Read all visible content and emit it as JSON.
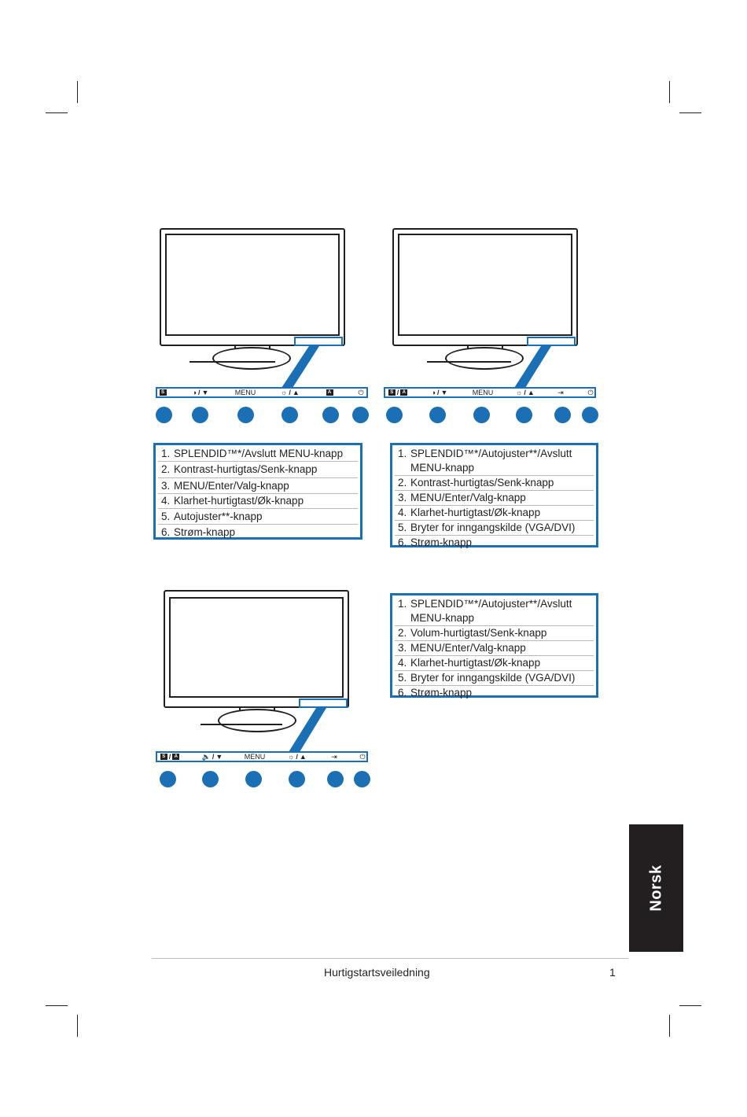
{
  "colors": {
    "accent": "#1a6fb5",
    "ink": "#231f20",
    "tab": "#231f20"
  },
  "model1": {
    "buttons": [
      {
        "icons": [
          "splendid-icon"
        ],
        "glyph_right": ""
      },
      {
        "icons": [
          "contrast-icon",
          "triangle-down-icon"
        ],
        "glyph_right": ""
      },
      {
        "label": "MENU"
      },
      {
        "icons": [
          "brightness-icon",
          "triangle-up-icon"
        ]
      },
      {
        "icons": [
          "auto-icon"
        ]
      },
      {
        "icons": [
          "power-icon"
        ]
      }
    ],
    "items": [
      {
        "num": "1.",
        "text": "SPLENDID™*/Avslutt MENU-knapp"
      },
      {
        "num": "2.",
        "text": "Kontrast-hurtigtas/Senk-knapp"
      },
      {
        "num": "3.",
        "text": "MENU/Enter/Valg-knapp"
      },
      {
        "num": "4.",
        "text": "Klarhet-hurtigtast/Øk-knapp"
      },
      {
        "num": "5.",
        "text": "Autojuster**-knapp"
      },
      {
        "num": "6.",
        "text": "Strøm-knapp"
      }
    ]
  },
  "model2": {
    "menu_label": "MENU",
    "items": [
      {
        "num": "1.",
        "text": "SPLENDID™*/Autojuster**/Avslutt",
        "cont": "MENU-knapp"
      },
      {
        "num": "2.",
        "text": "Kontrast-hurtigtas/Senk-knapp"
      },
      {
        "num": "3.",
        "text": "MENU/Enter/Valg-knapp"
      },
      {
        "num": "4.",
        "text": "Klarhet-hurtigtast/Øk-knapp"
      },
      {
        "num": "5.",
        "text": "Bryter for inngangskilde (VGA/DVI)"
      },
      {
        "num": "6.",
        "text": "Strøm-knapp"
      }
    ]
  },
  "model3": {
    "menu_label": "MENU",
    "items": [
      {
        "num": "1.",
        "text": "SPLENDID™*/Autojuster**/Avslutt",
        "cont": "MENU-knapp"
      },
      {
        "num": "2.",
        "text": "Volum-hurtigtast/Senk-knapp"
      },
      {
        "num": "3.",
        "text": "MENU/Enter/Valg-knapp"
      },
      {
        "num": "4.",
        "text": "Klarhet-hurtigtast/Øk-knapp"
      },
      {
        "num": "5.",
        "text": "Bryter for inngangskilde (VGA/DVI)"
      },
      {
        "num": "6.",
        "text": "Strøm-knapp"
      }
    ]
  },
  "icon_text": {
    "splendid": "S",
    "auto": "A"
  },
  "footer": {
    "title": "Hurtigstartsveiledning",
    "page": "1"
  },
  "side_tab": "Norsk"
}
